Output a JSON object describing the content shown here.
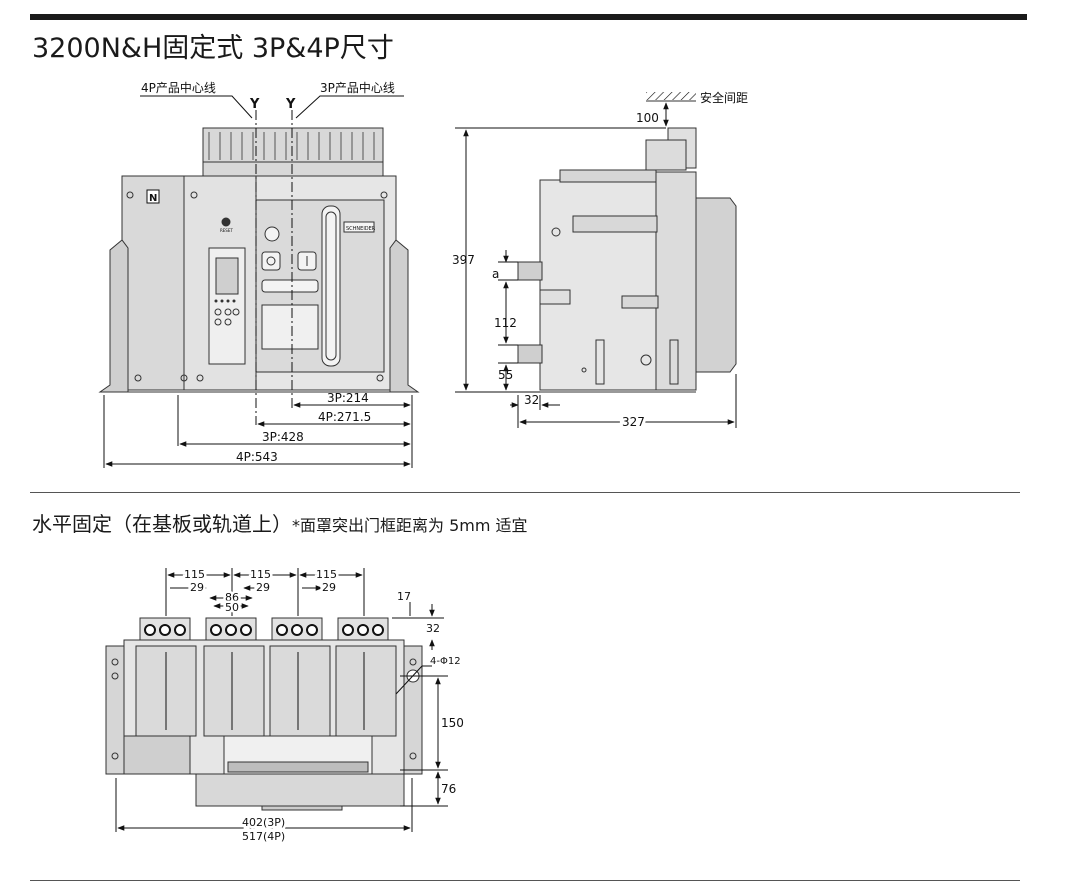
{
  "header": {
    "title": "3200N&H固定式 3P&4P尺寸"
  },
  "front_view": {
    "label_4p_center": "4P产品中心线",
    "label_3p_center": "3P产品中心线",
    "axis_y": "Y",
    "neutral_badge": "N",
    "reset_text": "RESET",
    "brand_text": "SCHNEIDER",
    "dim_3p_214": "3P:214",
    "dim_4p_271": "4P:271.5",
    "dim_3p_428": "3P:428",
    "dim_4p_543": "4P:543"
  },
  "side_view": {
    "safety_label": "安全间距",
    "dim_100": "100",
    "dim_397": "397",
    "dim_a": "a",
    "dim_112": "112",
    "dim_55": "55",
    "dim_32": "32",
    "dim_327": "327"
  },
  "section2": {
    "title": "水平固定（在基板或轨道上）",
    "note": "*面罩突出门框距离为 5mm 适宜"
  },
  "bottom_view": {
    "dim_115": "115",
    "dim_29": "29",
    "dim_86": "86",
    "dim_50": "50",
    "dim_17": "17",
    "dim_32": "32",
    "dim_hole": "4-Φ12",
    "dim_150": "150",
    "dim_76": "76",
    "dim_402": "402(3P)",
    "dim_517": "517(4P)"
  }
}
